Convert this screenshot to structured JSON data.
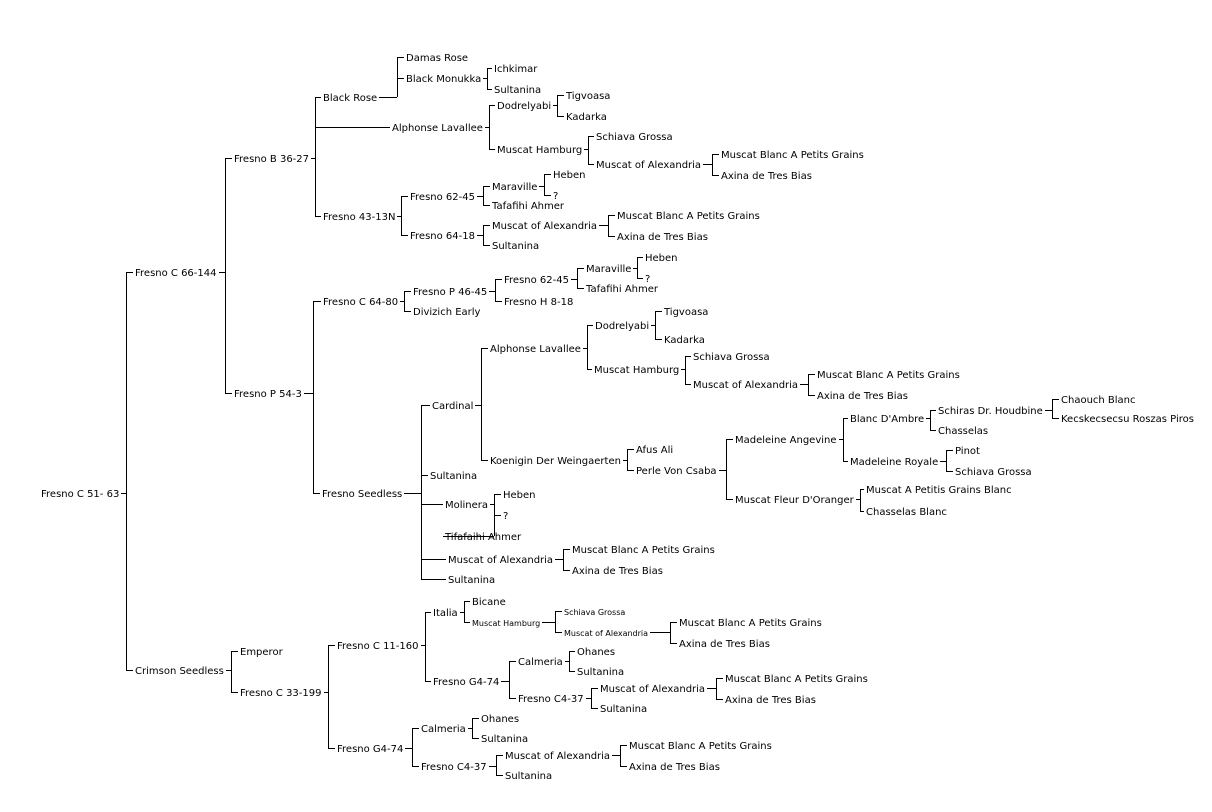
{
  "diagram": {
    "type": "pedigree-tree",
    "line_color": "#000000",
    "text_color": "#000000",
    "background": "#ffffff"
  },
  "root": {
    "label": "Fresno C 51- 63",
    "children": [
      {
        "label": "Fresno C 66-144",
        "children": [
          {
            "label": "Fresno B 36-27",
            "children": [
              {
                "label": "Black Rose",
                "children": [
                  {
                    "label": "Damas Rose"
                  },
                  {
                    "label": "Black Monukka",
                    "children": [
                      {
                        "label": "Ichkimar"
                      },
                      {
                        "label": "Sultanina"
                      }
                    ]
                  }
                ]
              },
              {
                "label": "Alphonse Lavallee",
                "children": [
                  {
                    "label": "Dodrelyabi",
                    "children": [
                      {
                        "label": "Tigvoasa"
                      },
                      {
                        "label": "Kadarka"
                      }
                    ]
                  },
                  {
                    "label": "Muscat Hamburg",
                    "children": [
                      {
                        "label": "Schiava Grossa"
                      },
                      {
                        "label": "Muscat of Alexandria",
                        "children": [
                          {
                            "label": "Muscat Blanc A Petits Grains"
                          },
                          {
                            "label": "Axina de Tres Bias"
                          }
                        ]
                      }
                    ]
                  }
                ]
              },
              {
                "label": "Fresno 43-13N",
                "children": [
                  {
                    "label": "Fresno 62-45",
                    "children": [
                      {
                        "label": "Maraville",
                        "children": [
                          {
                            "label": "Heben"
                          },
                          {
                            "label": "?"
                          }
                        ]
                      },
                      {
                        "label": "Tafafihi Ahmer"
                      }
                    ]
                  },
                  {
                    "label": "Fresno 64-18",
                    "children": [
                      {
                        "label": "Muscat of Alexandria",
                        "children": [
                          {
                            "label": "Muscat Blanc A Petits Grains"
                          },
                          {
                            "label": "Axina de Tres Bias"
                          }
                        ]
                      },
                      {
                        "label": "Sultanina"
                      }
                    ]
                  }
                ]
              }
            ]
          },
          {
            "label": "Fresno P 54-3",
            "children": [
              {
                "label": "Fresno C 64-80",
                "children": [
                  {
                    "label": "Fresno P 46-45",
                    "children": [
                      {
                        "label": "Fresno 62-45",
                        "children": [
                          {
                            "label": "Maraville",
                            "children": [
                              {
                                "label": "Heben"
                              },
                              {
                                "label": "?"
                              }
                            ]
                          },
                          {
                            "label": "Tafafihi Ahmer"
                          }
                        ]
                      },
                      {
                        "label": "Fresno H 8-18"
                      }
                    ]
                  },
                  {
                    "label": "Divizich Early"
                  }
                ]
              },
              {
                "label": "Fresno Seedless",
                "children": [
                  {
                    "label": "Cardinal",
                    "children": [
                      {
                        "label": "Alphonse Lavallee",
                        "children": [
                          {
                            "label": "Dodrelyabi",
                            "children": [
                              {
                                "label": "Tigvoasa"
                              },
                              {
                                "label": "Kadarka"
                              }
                            ]
                          },
                          {
                            "label": "Muscat Hamburg",
                            "children": [
                              {
                                "label": "Schiava Grossa"
                              },
                              {
                                "label": "Muscat of Alexandria",
                                "children": [
                                  {
                                    "label": "Muscat Blanc A Petits Grains"
                                  },
                                  {
                                    "label": "Axina de Tres Bias"
                                  }
                                ]
                              }
                            ]
                          }
                        ]
                      },
                      {
                        "label": "Koenigin Der Weingaerten",
                        "children": [
                          {
                            "label": "Afus Ali"
                          },
                          {
                            "label": "Perle Von Csaba",
                            "children": [
                              {
                                "label": "Madeleine Angevine",
                                "children": [
                                  {
                                    "label": "Blanc D'Ambre",
                                    "children": [
                                      {
                                        "label": "Schiras Dr. Houdbine",
                                        "children": [
                                          {
                                            "label": "Chaouch Blanc"
                                          },
                                          {
                                            "label": "Kecskecsecsu Roszas Piros"
                                          }
                                        ]
                                      },
                                      {
                                        "label": "Chasselas"
                                      }
                                    ]
                                  },
                                  {
                                    "label": "Madeleine Royale",
                                    "children": [
                                      {
                                        "label": "Pinot"
                                      },
                                      {
                                        "label": "Schiava Grossa"
                                      }
                                    ]
                                  }
                                ]
                              },
                              {
                                "label": "Muscat Fleur D'Oranger",
                                "children": [
                                  {
                                    "label": "Muscat A Petitis Grains Blanc"
                                  },
                                  {
                                    "label": "Chasselas Blanc"
                                  }
                                ]
                              }
                            ]
                          }
                        ]
                      }
                    ]
                  },
                  {
                    "label": "Sultanina"
                  },
                  {
                    "label": "Molinera",
                    "children": [
                      {
                        "label": "Heben"
                      },
                      {
                        "label": "?"
                      },
                      {
                        "label": "Tifafaihi Ahmer"
                      }
                    ]
                  },
                  {
                    "label": "Muscat of Alexandria",
                    "children": [
                      {
                        "label": "Muscat Blanc A Petits Grains"
                      },
                      {
                        "label": "Axina de Tres Bias"
                      }
                    ]
                  },
                  {
                    "label": "Sultanina"
                  }
                ]
              }
            ]
          }
        ]
      },
      {
        "label": "Crimson Seedless",
        "children": [
          {
            "label": "Emperor"
          },
          {
            "label": "Fresno C 33-199",
            "children": [
              {
                "label": "Fresno C 11-160",
                "children": [
                  {
                    "label": "Italia",
                    "children": [
                      {
                        "label": "Bicane"
                      },
                      {
                        "label": "Muscat Hamburg",
                        "children": [
                          {
                            "label": "Schiava Grossa"
                          },
                          {
                            "label": "Muscat of Alexandria",
                            "children": [
                              {
                                "label": "Muscat Blanc A Petits Grains"
                              },
                              {
                                "label": "Axina de Tres Bias"
                              }
                            ]
                          }
                        ]
                      }
                    ]
                  },
                  {
                    "label": "Fresno G4-74",
                    "children": [
                      {
                        "label": "Calmeria",
                        "children": [
                          {
                            "label": "Ohanes"
                          },
                          {
                            "label": "Sultanina"
                          }
                        ]
                      },
                      {
                        "label": "Fresno C4-37",
                        "children": [
                          {
                            "label": "Muscat of Alexandria",
                            "children": [
                              {
                                "label": "Muscat Blanc A Petits Grains"
                              },
                              {
                                "label": "Axina de Tres Bias"
                              }
                            ]
                          },
                          {
                            "label": "Sultanina"
                          }
                        ]
                      }
                    ]
                  }
                ]
              },
              {
                "label": "Fresno G4-74",
                "children": [
                  {
                    "label": "Calmeria",
                    "children": [
                      {
                        "label": "Ohanes"
                      },
                      {
                        "label": "Sultanina"
                      }
                    ]
                  },
                  {
                    "label": "Fresno C4-37",
                    "children": [
                      {
                        "label": "Muscat of Alexandria",
                        "children": [
                          {
                            "label": "Muscat Blanc A Petits Grains"
                          },
                          {
                            "label": "Axina de Tres Bias"
                          }
                        ]
                      },
                      {
                        "label": "Sultanina"
                      }
                    ]
                  }
                ]
              }
            ]
          }
        ]
      }
    ]
  }
}
